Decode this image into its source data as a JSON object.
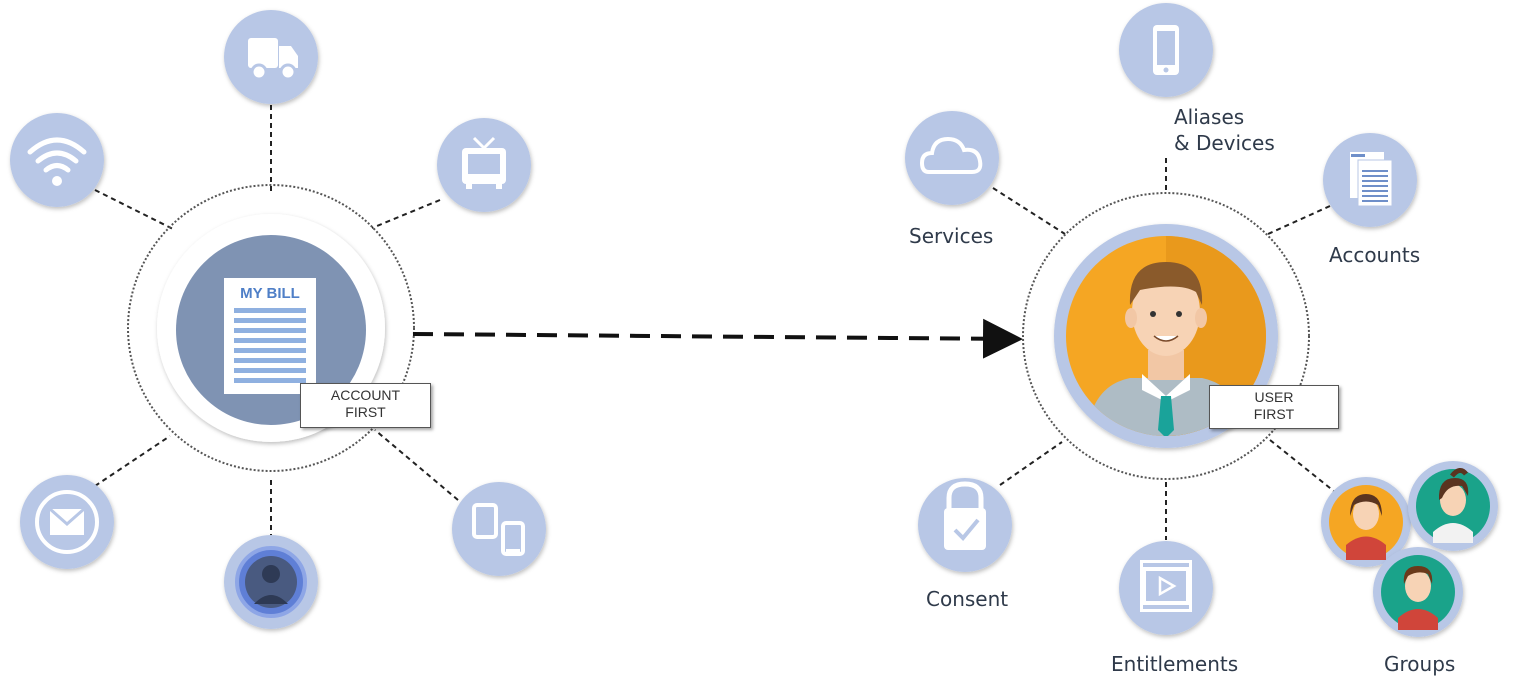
{
  "left_hub": {
    "bill_title": "MY BILL",
    "tag_line1": "ACCOUNT",
    "tag_line2": "FIRST",
    "spokes": [
      "truck-icon",
      "wifi-icon",
      "tv-icon",
      "mail-icon",
      "person-icon",
      "mobile-devices-icon"
    ]
  },
  "right_hub": {
    "tag_line1": "USER",
    "tag_line2": "FIRST",
    "labels": {
      "aliases_line1": "Aliases",
      "aliases_line2": "& Devices",
      "services": "Services",
      "accounts": "Accounts",
      "consent": "Consent",
      "entitlements": "Entitlements",
      "groups": "Groups"
    }
  },
  "colors": {
    "node_fill": "#b8c7e6",
    "node_icon": "#ffffff",
    "bill_bg": "#7f93b3",
    "user_orange": "#f5a623",
    "user_ring": "#b8c7e6",
    "connector": "#222222"
  }
}
